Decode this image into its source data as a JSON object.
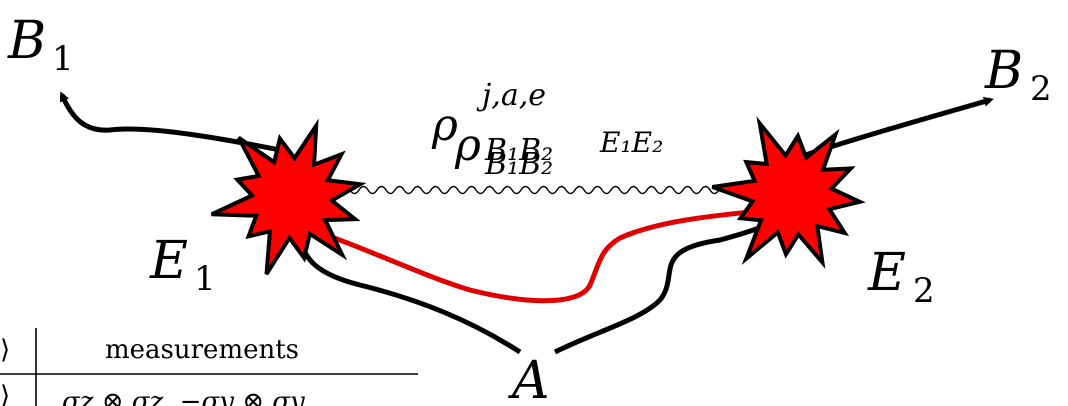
{
  "labels": {
    "b1": {
      "main": "B",
      "sub": "1"
    },
    "b2": {
      "main": "B",
      "sub": "2"
    },
    "e1": {
      "main": "E",
      "sub": "1"
    },
    "e2": {
      "main": "E",
      "sub": "2"
    },
    "a": "A",
    "rho_front": {
      "main": "ρ",
      "sup": "j,a,e",
      "sub": "B₁B₂",
      "tail": "E₁E₂"
    },
    "rho_back": {
      "main": "ρ",
      "sub": "B₁B₂"
    }
  },
  "table": {
    "header_left": "⟩",
    "header_right": "measurements",
    "row_left": "⟩",
    "row_right": "σz ⊗ σz,   −σy ⊗ σy"
  },
  "colors": {
    "explosion_fill": "#ff0000",
    "explosion_stroke": "#000000",
    "red_path": "#e00000",
    "black_path": "#000000"
  },
  "icons": [
    "explosion-icon",
    "arrow-icon",
    "wavy-line"
  ]
}
